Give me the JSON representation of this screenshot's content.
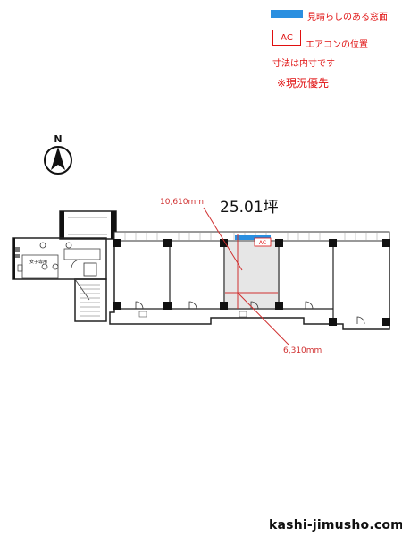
{
  "legend": {
    "view_window_label": "見晴らしのある窓面",
    "ac_box_text": "AC",
    "ac_label": "エアコンの位置",
    "dimension_note": "寸法は内寸です",
    "priority_note": "※現況優先",
    "view_window_color": "#2a8fe0",
    "accent_color": "#e01010"
  },
  "compass": {
    "letter": "N"
  },
  "floor": {
    "area_label": "25.01坪",
    "dim_width": "10,610mm",
    "dim_depth": "6,310mm",
    "ac_marker": "AC",
    "restroom_label": "女子専用"
  },
  "footer": {
    "site": "kashi-jimusho.com"
  }
}
